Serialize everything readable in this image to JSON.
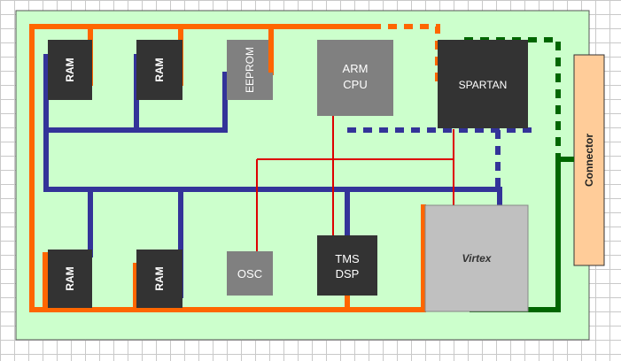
{
  "colors": {
    "board": "#ccffcc",
    "orange_bus": "#ff6600",
    "blue_bus": "#333399",
    "green_bus": "#006600",
    "red_wire": "#dd0000",
    "chip_dark": "#333333",
    "chip_gray": "#808080",
    "virtex": "#c0c0c0",
    "connector": "#ffcc99"
  },
  "components": {
    "ram_1": "RAM",
    "ram_2": "RAM",
    "eeprom": "EEPROM",
    "arm_line1": "ARM",
    "arm_line2": "CPU",
    "spartan": "SPARTAN",
    "connector": "Connector",
    "ram_3": "RAM",
    "ram_4": "RAM",
    "osc": "OSC",
    "tms_line1": "TMS",
    "tms_line2": "DSP",
    "virtex": "Virtex"
  }
}
